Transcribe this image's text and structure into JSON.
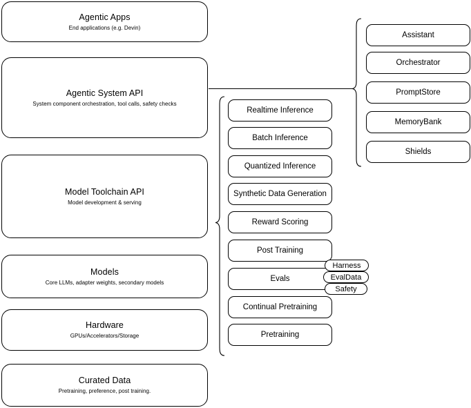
{
  "diagram": {
    "title": "AI stack layers diagram",
    "stroke_color": "#000000",
    "background_color": "#ffffff"
  },
  "layers": [
    {
      "title": "Agentic Apps",
      "subtitle": "End applications (e.g. Devin)"
    },
    {
      "title": "Agentic System API",
      "subtitle": "System component orchestration, tool calls, safety checks"
    },
    {
      "title": "Model Toolchain API",
      "subtitle": "Model development & serving"
    },
    {
      "title": "Models",
      "subtitle": "Core LLMs, adapter weights, secondary models"
    },
    {
      "title": "Hardware",
      "subtitle": "GPUs/Accelerators/Storage"
    },
    {
      "title": "Curated Data",
      "subtitle": "Pretraining, preference, post training."
    }
  ],
  "toolchain_components": [
    {
      "label": "Realtime Inference"
    },
    {
      "label": "Batch Inference"
    },
    {
      "label": "Quantized Inference"
    },
    {
      "label": "Synthetic Data Generation"
    },
    {
      "label": "Reward Scoring"
    },
    {
      "label": "Post Training"
    },
    {
      "label": "Evals"
    },
    {
      "label": "Continual Pretraining"
    },
    {
      "label": "Pretraining"
    }
  ],
  "system_components": [
    {
      "label": "Assistant"
    },
    {
      "label": "Orchestrator"
    },
    {
      "label": "PromptStore"
    },
    {
      "label": "MemoryBank"
    },
    {
      "label": "Shields"
    }
  ],
  "eval_pills": [
    {
      "label": "Harness"
    },
    {
      "label": "EvalData"
    },
    {
      "label": "Safety"
    }
  ]
}
